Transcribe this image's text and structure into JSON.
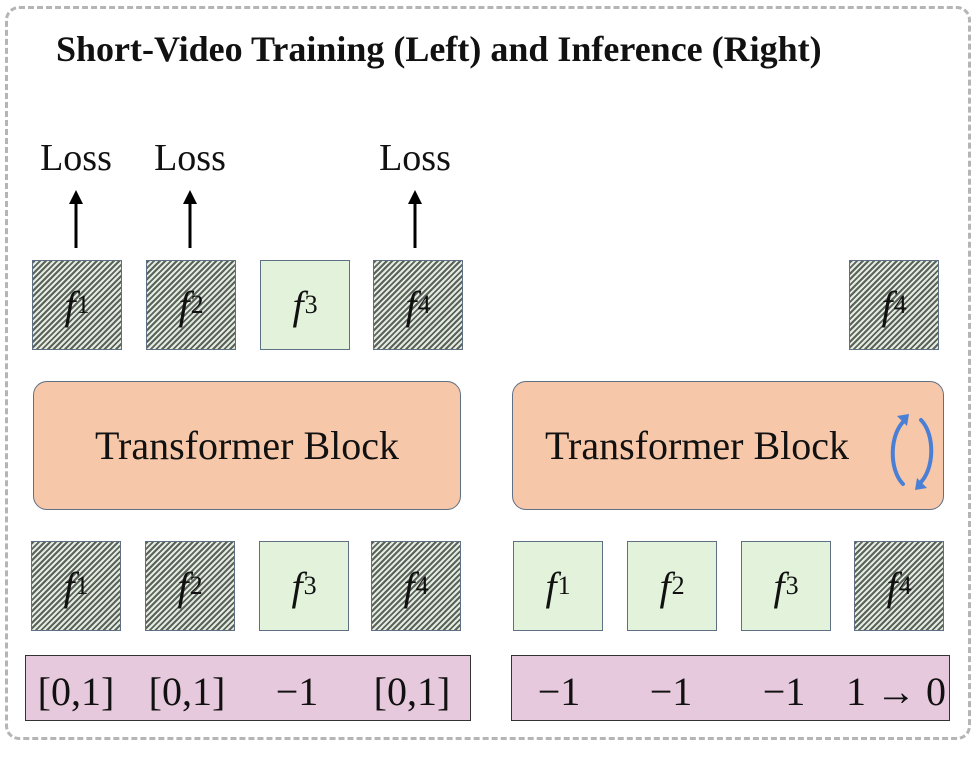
{
  "title": "Short-Video Training (Left) and Inference (Right)",
  "loss_label": "Loss",
  "block_label": "Transformer Block",
  "frame_symbol": "f",
  "left": {
    "top_frames": [
      {
        "index": "1",
        "style": "hatched"
      },
      {
        "index": "2",
        "style": "hatched"
      },
      {
        "index": "3",
        "style": "plain"
      },
      {
        "index": "4",
        "style": "hatched"
      }
    ],
    "bottom_frames": [
      {
        "index": "1",
        "style": "hatched"
      },
      {
        "index": "2",
        "style": "hatched"
      },
      {
        "index": "3",
        "style": "plain"
      },
      {
        "index": "4",
        "style": "hatched"
      }
    ],
    "values": [
      "[0,1]",
      "[0,1]",
      "−1",
      "[0,1]"
    ]
  },
  "right": {
    "top_frames": [
      {
        "index": "4",
        "style": "hatched"
      }
    ],
    "bottom_frames": [
      {
        "index": "1",
        "style": "plain"
      },
      {
        "index": "2",
        "style": "plain"
      },
      {
        "index": "3",
        "style": "plain"
      },
      {
        "index": "4",
        "style": "hatched"
      }
    ],
    "values": [
      "−1",
      "−1",
      "−1",
      "1 → 0"
    ]
  },
  "colors": {
    "block_fill": "#f6c7a8",
    "band_fill": "#e7c9dd",
    "plain_frame": "#e3f2db",
    "cycle_arrow": "#4a7fd6"
  }
}
